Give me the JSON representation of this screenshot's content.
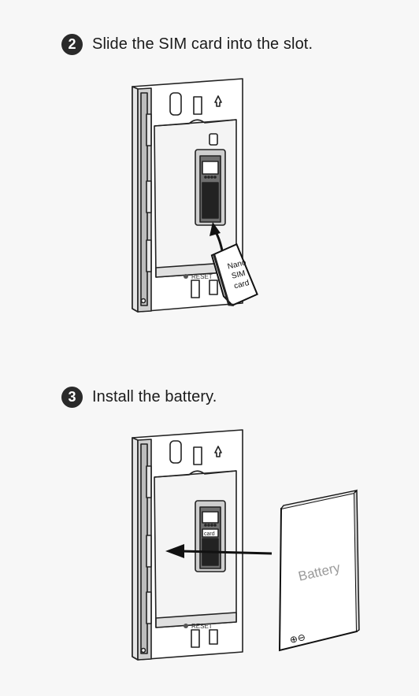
{
  "steps": [
    {
      "number": "2",
      "text": "Slide the SIM card into the slot.",
      "labels": {
        "reset": "RESET",
        "sim_card": [
          "Nano",
          "SIM",
          "card"
        ]
      }
    },
    {
      "number": "3",
      "text": "Install the battery.",
      "labels": {
        "reset": "RESET",
        "slot_card": "card",
        "battery": "Battery",
        "terminals": "⊕⊖"
      }
    }
  ]
}
